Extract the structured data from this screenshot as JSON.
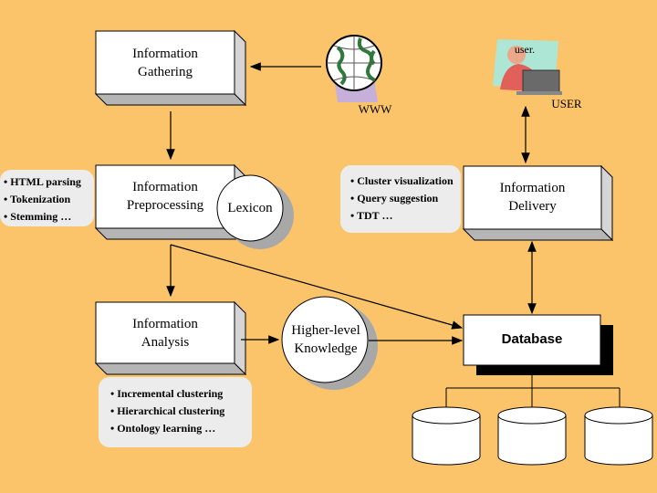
{
  "boxes": {
    "gathering": [
      "Information",
      "Gathering"
    ],
    "preprocessing": [
      "Information",
      "Preprocessing"
    ],
    "analysis": [
      "Information",
      "Analysis"
    ],
    "delivery": [
      "Information",
      "Delivery"
    ],
    "database": "Database"
  },
  "circles": {
    "lexicon": "Lexicon",
    "knowledge": [
      "Higher-level",
      "Knowledge"
    ]
  },
  "labels": {
    "www": "WWW",
    "user": "USER",
    "user_caption": "user."
  },
  "notes": {
    "preprocessing": [
      "HTML parsing",
      "Tokenization",
      "Stemming …"
    ],
    "delivery": [
      "Cluster visualization",
      "Query suggestion",
      "TDT …"
    ],
    "analysis": [
      "Incremental clustering",
      "Hierarchical clustering",
      "Ontology learning …"
    ]
  },
  "icons": {
    "www": "globe-icon",
    "user": "person-at-computer-icon"
  },
  "colors": {
    "background": "#fbc46a",
    "box_fill": "#ffffff",
    "box_shadow": "#c8c8c8",
    "note_fill": "#ececec",
    "db_shadow": "#000000"
  }
}
